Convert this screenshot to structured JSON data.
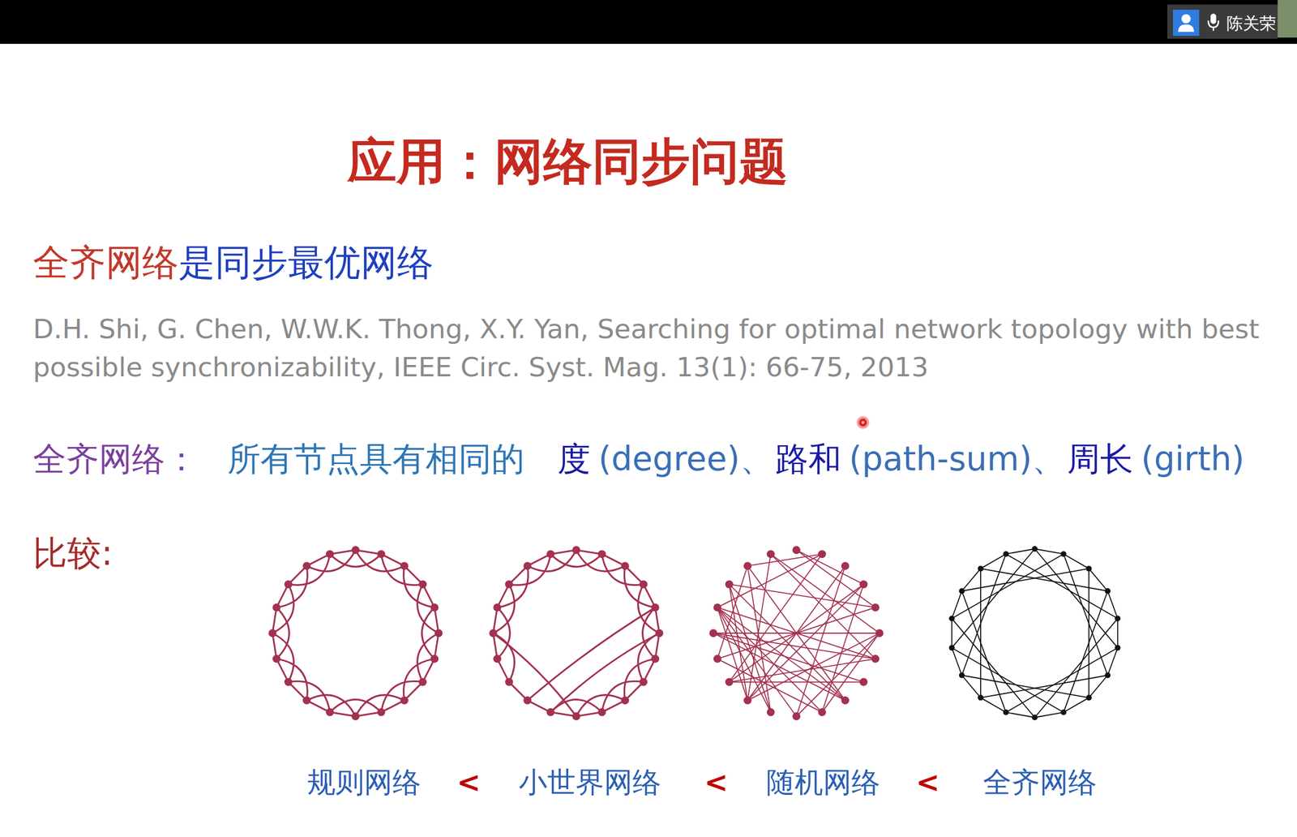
{
  "diagram": {
    "title": "应用：网络同步问题",
    "labels": [
      "陈关荣",
      "全齐网络",
      "是同步最优网络",
      "D.H. Shi, G. Chen, W.W.K. Thong, X.Y. Yan, Searching for optimal network topology with best possible synchronizability, IEEE Circ. Syst. Mag. 13(1): 66-75, 2013",
      "全齐网络：",
      "所有节点具有相同的",
      "度",
      "(degree)、",
      "路和",
      "(path-sum)、",
      "周长",
      "(girth)",
      "比较:",
      "规则网络",
      "<",
      "小世界网络",
      "<",
      "随机网络",
      "<",
      "全齐网络"
    ]
  }
}
